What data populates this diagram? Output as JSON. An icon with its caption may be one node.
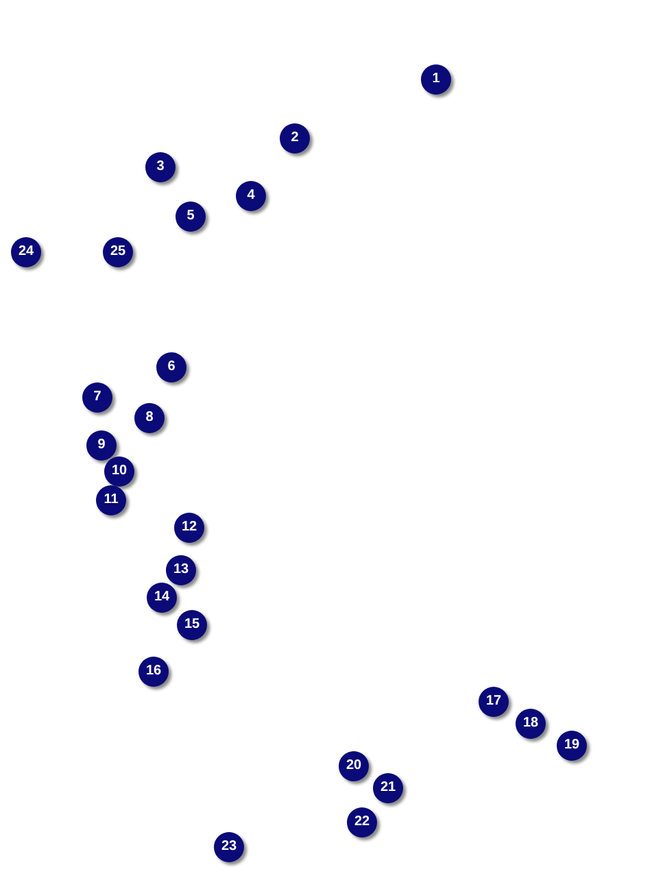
{
  "diagram": {
    "labels": [
      "1",
      "2",
      "3",
      "4",
      "5",
      "24",
      "25",
      "6",
      "7",
      "8",
      "9",
      "10",
      "11",
      "12",
      "13",
      "14",
      "15",
      "16",
      "17",
      "18",
      "19",
      "20",
      "21",
      "22",
      "23"
    ]
  }
}
